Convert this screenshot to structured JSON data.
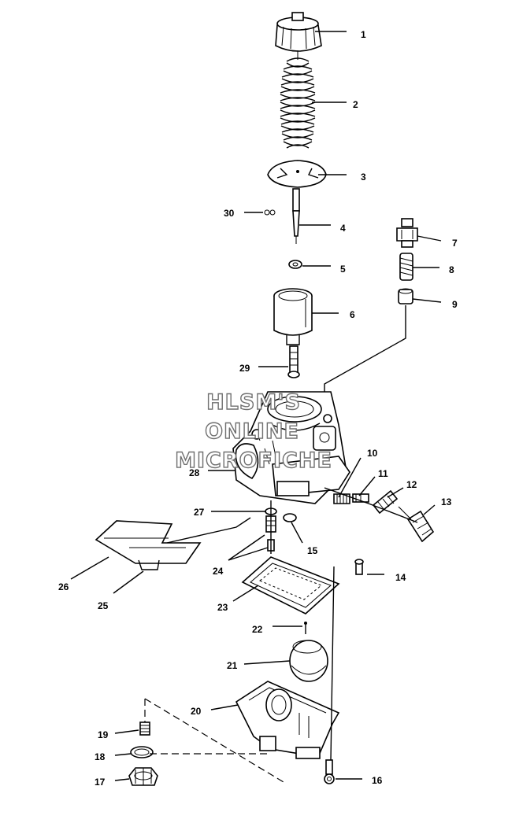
{
  "watermark": {
    "line1": "HLSM'S",
    "line2": "ONLINE",
    "line3": "MICROFICHE"
  },
  "callouts": [
    "1",
    "2",
    "3",
    "30",
    "4",
    "5",
    "6",
    "7",
    "8",
    "9",
    "29",
    "10",
    "11",
    "12",
    "13",
    "28",
    "27",
    "15",
    "14",
    "24",
    "26",
    "25",
    "23",
    "22",
    "21",
    "20",
    "19",
    "18",
    "17",
    "16"
  ]
}
